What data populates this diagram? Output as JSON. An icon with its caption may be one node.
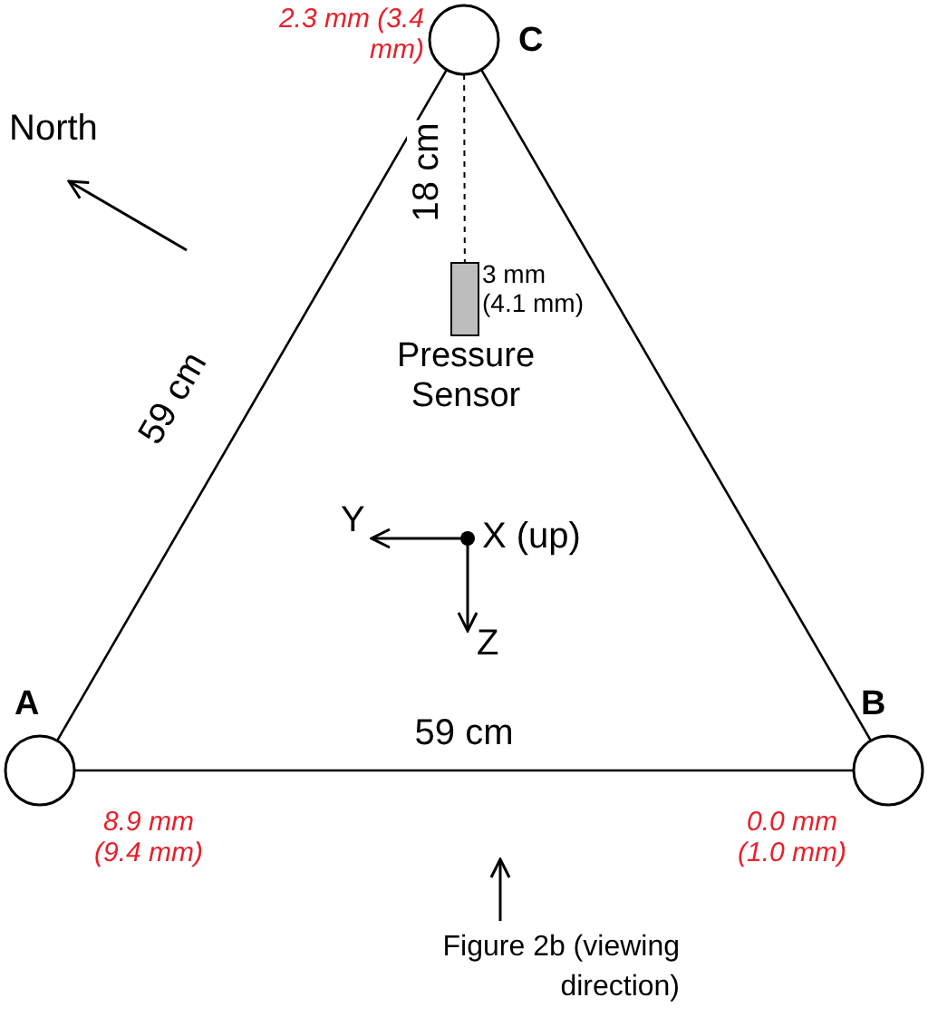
{
  "diagram": {
    "nodes": [
      {
        "text": [
          "A"
        ],
        "beside": [
          "8.9 mm (9.4 mm)"
        ]
      },
      {
        "text": [
          "B"
        ],
        "beside": [
          "0.0 mm (1.0 mm)"
        ]
      },
      {
        "text": [
          "C"
        ],
        "beside": [
          "2.3 mm (3.4 mm)"
        ]
      },
      {
        "text": [
          "Pressure Sensor"
        ],
        "beside": [
          "3 mm (4.1 mm)"
        ]
      }
    ],
    "edges": [
      {
        "from": 0,
        "to": 2,
        "arrow": "none",
        "label": "59 cm"
      },
      {
        "from": 2,
        "to": 1,
        "arrow": "none"
      },
      {
        "from": 0,
        "to": 1,
        "arrow": "none",
        "label": "59 cm"
      },
      {
        "from": 2,
        "to": 3,
        "arrow": "none",
        "label": "18 cm",
        "style": "dashed"
      }
    ],
    "labels": [
      "North",
      "Y",
      "X (up)",
      "Z",
      "Figure 2b (viewing direction)"
    ]
  }
}
